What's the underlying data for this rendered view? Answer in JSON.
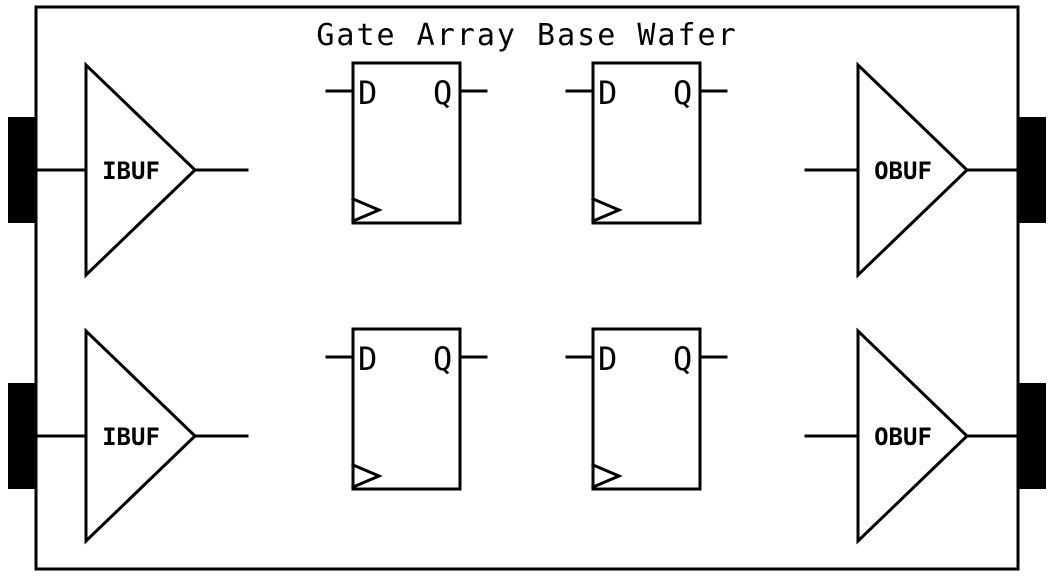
{
  "title": "Gate Array Base Wafer",
  "input_buffers": [
    {
      "label": "IBUF"
    },
    {
      "label": "IBUF"
    }
  ],
  "output_buffers": [
    {
      "label": "OBUF"
    },
    {
      "label": "OBUF"
    }
  ],
  "flip_flops": [
    {
      "d_label": "D",
      "q_label": "Q"
    },
    {
      "d_label": "D",
      "q_label": "Q"
    },
    {
      "d_label": "D",
      "q_label": "Q"
    },
    {
      "d_label": "D",
      "q_label": "Q"
    }
  ],
  "colors": {
    "line": "#000000",
    "background": "#ffffff",
    "pad": "#000000"
  }
}
